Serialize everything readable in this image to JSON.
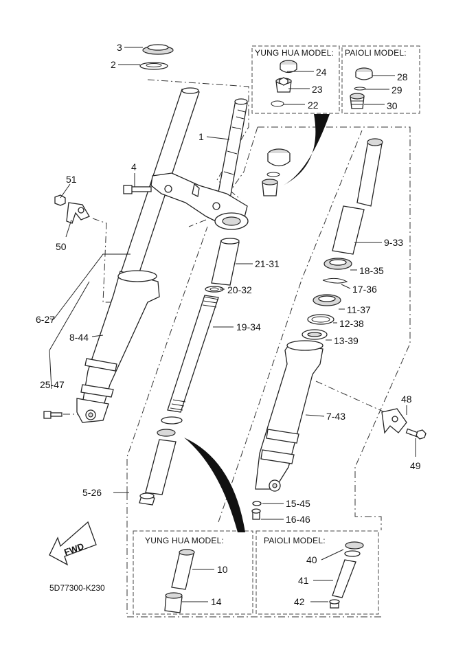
{
  "diagram": {
    "code": "5D77300-K230",
    "fwd_label": "FWD",
    "boxes": {
      "yung_hua_top": "YUNG HUA MODEL:",
      "paioli_top": "PAIOLI MODEL:",
      "yung_hua_bottom": "YUNG HUA MODEL:",
      "paioli_bottom": "PAIOLI MODEL:"
    },
    "callouts": {
      "c1": "1",
      "c2": "2",
      "c3": "3",
      "c4": "4",
      "c5_26": "5-26",
      "c6_27": "6-27",
      "c7_43": "7-43",
      "c8_44": "8-44",
      "c9_33": "9-33",
      "c10": "10",
      "c11_37": "11-37",
      "c12_38": "12-38",
      "c13_39": "13-39",
      "c14": "14",
      "c15_45": "15-45",
      "c16_46": "16-46",
      "c17_36": "17-36",
      "c18_35": "18-35",
      "c19_34": "19-34",
      "c20_32": "20-32",
      "c21_31": "21-31",
      "c22": "22",
      "c23": "23",
      "c24": "24",
      "c25_47": "25-47",
      "c28": "28",
      "c29": "29",
      "c30": "30",
      "c40": "40",
      "c41": "41",
      "c42": "42",
      "c48": "48",
      "c49": "49",
      "c50": "50",
      "c51": "51"
    }
  }
}
